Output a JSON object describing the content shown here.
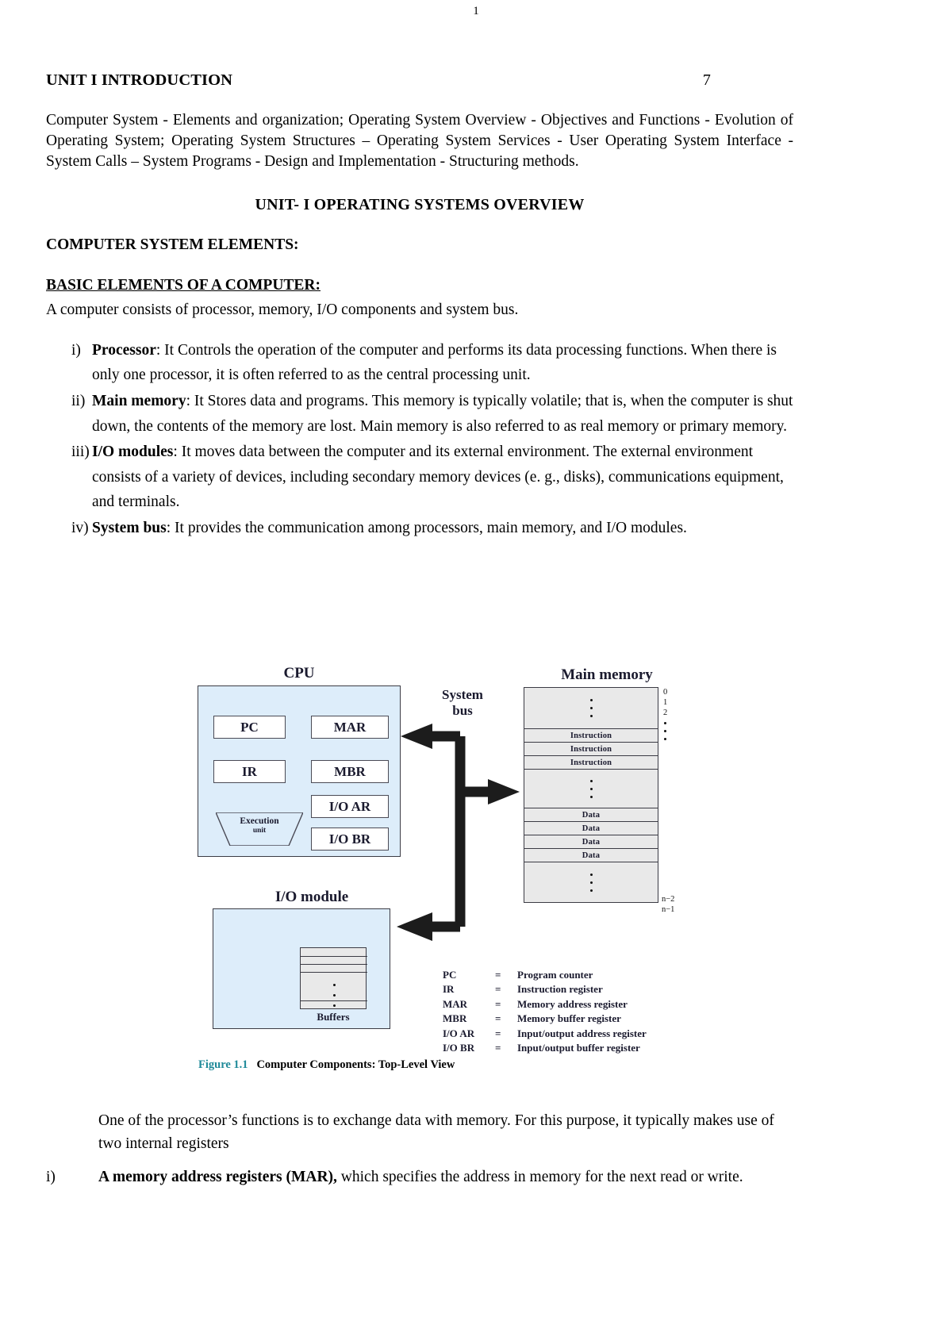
{
  "page": {
    "number": "1"
  },
  "header": {
    "unit_title": "UNIT I INTRODUCTION",
    "unit_hours": "7"
  },
  "syllabus": "Computer System - Elements and organization; Operating System Overview - Objectives and Functions - Evolution of Operating System; Operating System Structures – Operating System Services - User Operating System Interface - System Calls – System Programs - Design and Implementation - Structuring methods.",
  "headings": {
    "center_title": "UNIT- I OPERATING SYSTEMS OVERVIEW",
    "section1": "COMPUTER SYSTEM ELEMENTS:",
    "section2": "BASIC ELEMENTS OF A COMPUTER:"
  },
  "intro_paragraph": "A computer consists of processor, memory, I/O components and system bus.",
  "elements_list": [
    {
      "marker": "i)",
      "term": "Processor",
      "text": ": It Controls the operation of the computer and performs its data processing functions. When there is only one processor, it is often referred to as the central processing unit."
    },
    {
      "marker": "ii)",
      "term": "Main memory",
      "text": ": It Stores data and programs. This memory is typically volatile; that is, when the computer is shut down, the contents of the memory are lost. Main memory is also referred to as real memory or primary memory."
    },
    {
      "marker": "iii)",
      "term": "I/O modules",
      "text": ": It moves data between the computer and its external environment. The external environment consists of a variety of devices, including secondary memory devices (e. g., disks), communications equipment, and terminals."
    },
    {
      "marker": "iv)",
      "term": "System bus",
      "text": ": It provides the communication among processors, main memory, and I/O modules."
    }
  ],
  "figure": {
    "cpu_title": "CPU",
    "registers": {
      "pc": "PC",
      "ir": "IR",
      "mar": "MAR",
      "mbr": "MBR",
      "ioar": "I/O AR",
      "iobr": "I/O BR"
    },
    "execution_unit_line1": "Execution",
    "execution_unit_line2": "unit",
    "system_bus_line1": "System",
    "system_bus_line2": "bus",
    "main_memory_title": "Main memory",
    "memory_rows": [
      "Instruction",
      "Instruction",
      "Instruction",
      "Data",
      "Data",
      "Data",
      "Data"
    ],
    "memory_addresses_top": [
      "0",
      "1",
      "2"
    ],
    "memory_addresses_bottom": [
      "n−2",
      "n−1"
    ],
    "io_module_title": "I/O module",
    "buffers_label": "Buffers",
    "legend": [
      {
        "key": "PC",
        "eq": "=",
        "value": "Program counter"
      },
      {
        "key": "IR",
        "eq": "=",
        "value": "Instruction register"
      },
      {
        "key": "MAR",
        "eq": "=",
        "value": "Memory address register"
      },
      {
        "key": "MBR",
        "eq": "=",
        "value": "Memory buffer register"
      },
      {
        "key": "I/O AR",
        "eq": "=",
        "value": "Input/output address register"
      },
      {
        "key": "I/O BR",
        "eq": "=",
        "value": "Input/output buffer register"
      }
    ],
    "caption_number": "Figure 1.1",
    "caption_text": "Computer Components: Top-Level View",
    "colors": {
      "box_fill": "#ddedfa",
      "memory_fill": "#e9e9e9",
      "border": "#3b3b44",
      "caption_accent": "#1f8a99",
      "arrow": "#1c1c1c"
    }
  },
  "after_figure": {
    "paragraph": "One of the processor’s functions is to exchange data with memory. For this purpose, it typically makes use of two internal registers",
    "list": [
      {
        "marker": "i)",
        "term": "A memory address registers (MAR),",
        "text": " which specifies the address in memory for the next read or write."
      }
    ]
  }
}
